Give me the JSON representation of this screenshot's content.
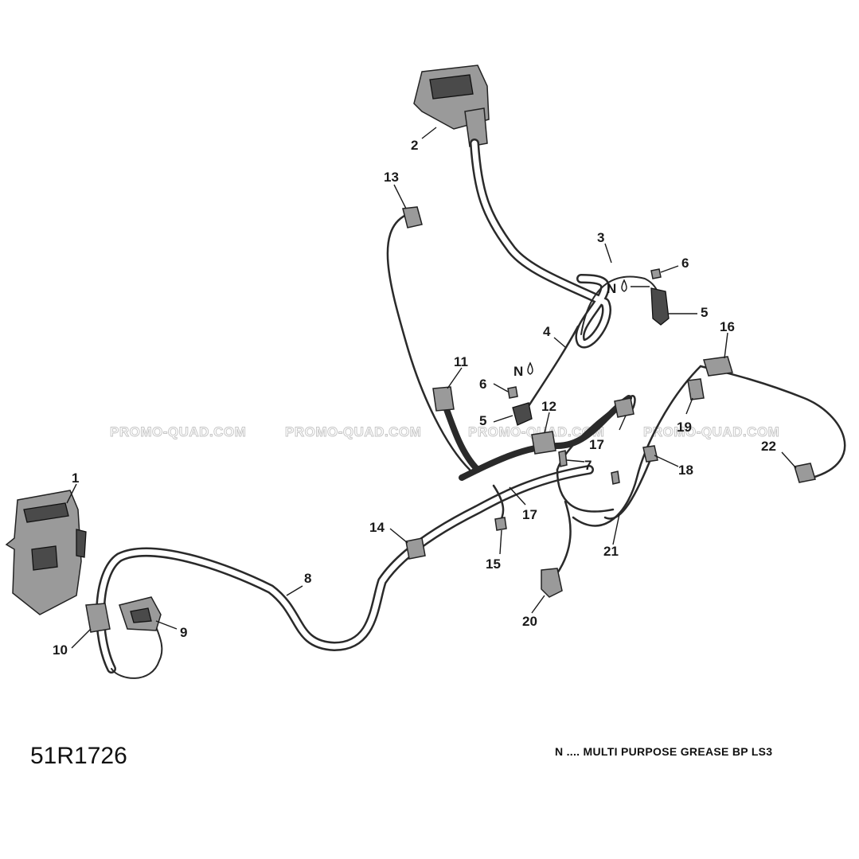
{
  "diagram": {
    "code": "51R1726",
    "note": "N .... MULTI PURPOSE GREASE BP LS3",
    "watermark": "PROMO-QUAD.COM",
    "grease_symbol": "N",
    "callouts": {
      "c1": "1",
      "c2": "2",
      "c3": "3",
      "c4": "4",
      "c5a": "5",
      "c5b": "5",
      "c6a": "6",
      "c6b": "6",
      "c7": "7",
      "c8": "8",
      "c9": "9",
      "c10": "10",
      "c11": "11",
      "c12": "12",
      "c13": "13",
      "c14": "14",
      "c15": "15",
      "c16": "16",
      "c17a": "17",
      "c17b": "17",
      "c18": "18",
      "c19": "19",
      "c20": "20",
      "c21": "21",
      "c22": "22"
    }
  }
}
